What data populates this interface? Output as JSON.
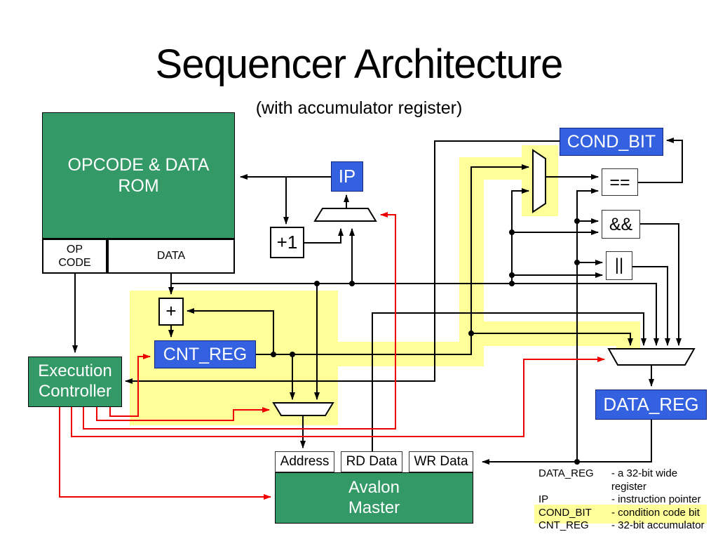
{
  "slide": {
    "title": "Sequencer Architecture",
    "subtitle": "(with accumulator register)"
  },
  "colors": {
    "block_green": "#339966",
    "block_blue": "#3461e0",
    "highlight_yellow": "#ffff99",
    "control_wire_red": "#ee0000",
    "data_wire_black": "#000000"
  },
  "blocks": {
    "rom": "OPCODE & DATA\nROM",
    "opcode_field": "OP\nCODE",
    "data_field": "DATA",
    "ip": "IP",
    "plus1": "+1",
    "adder": "+",
    "cond_bit": "COND_BIT",
    "equals": "==",
    "and": "&&",
    "or": "||",
    "cnt_reg": "CNT_REG",
    "data_reg": "DATA_REG",
    "exec_controller": "Execution\nController",
    "avalon": "Avalon\nMaster",
    "address_port": "Address",
    "rd_data_port": "RD Data",
    "wr_data_port": "WR Data"
  },
  "legend": {
    "items": [
      {
        "term": "DATA_REG",
        "def": "- a 32-bit wide register"
      },
      {
        "term": "IP",
        "def": "- instruction pointer"
      },
      {
        "term": "COND_BIT",
        "def": "- condition code bit"
      },
      {
        "term": "CNT_REG",
        "def": "- 32-bit accumulator"
      }
    ]
  }
}
